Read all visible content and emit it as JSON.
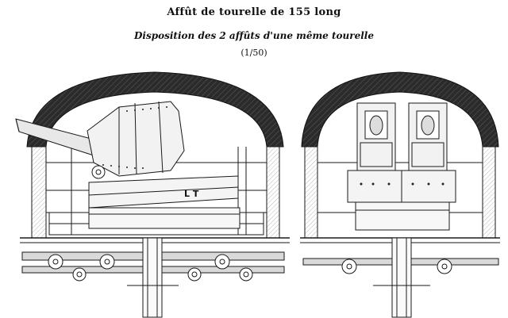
{
  "header": {
    "title": "Affût de tourelle de 155 long",
    "subtitle": "Disposition des 2 affûts d'une même tourelle",
    "scale": "(1/50)"
  }
}
